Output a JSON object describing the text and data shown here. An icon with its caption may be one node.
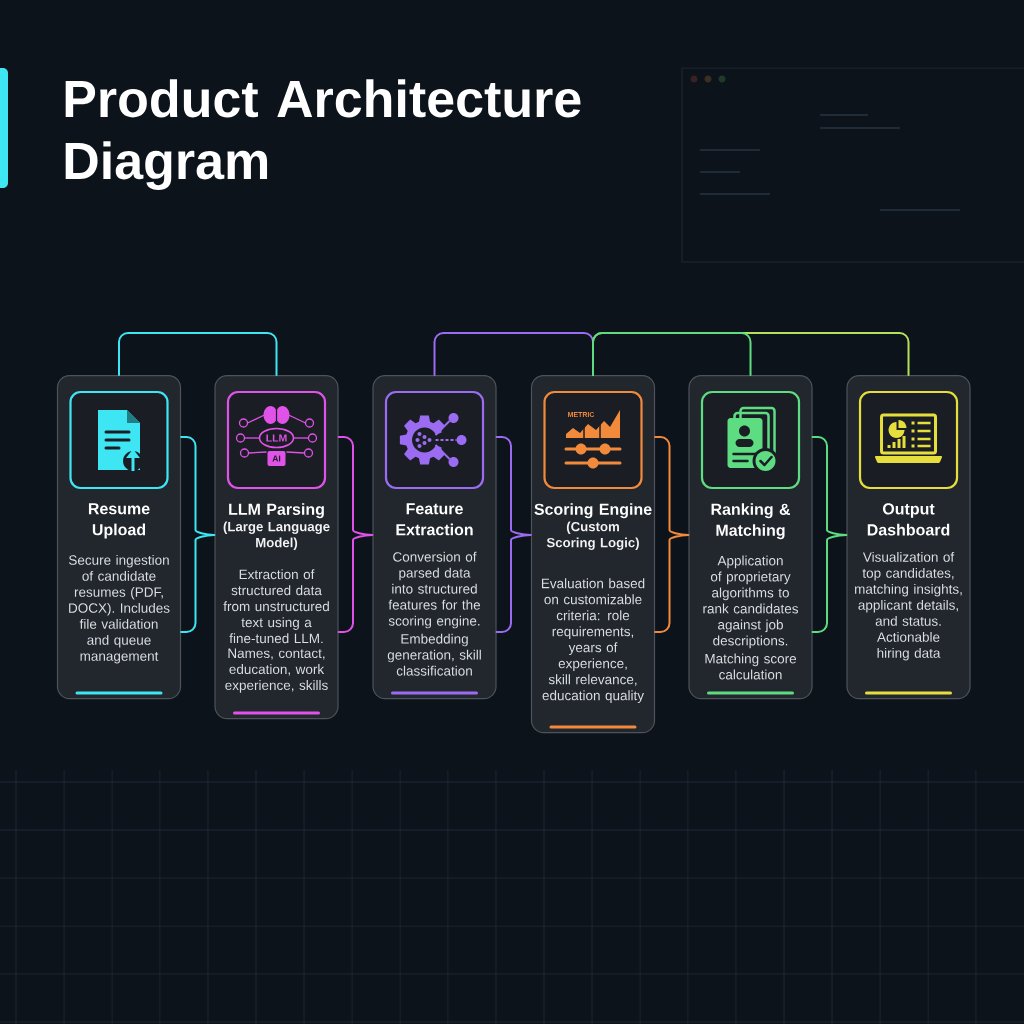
{
  "diagram": {
    "title": "Product Architecture Diagram",
    "nodes": [
      {
        "text": [
          "Resume Upload",
          "Secure ingestion of candidate resumes (PDF, DOCX). Includes file validation and queue management"
        ]
      },
      {
        "text": [
          "LLM Parsing",
          "(Large Language Model)",
          "Extraction of structured data from unstructured text using a fine-tuned LLM.",
          "Names, contact, education, work experience, skills"
        ]
      },
      {
        "text": [
          "Feature Extraction",
          "Conversion of parsed data into structured features for the scoring engine.",
          "Embedding generation, skill classification"
        ]
      },
      {
        "text": [
          "Scoring Engine",
          "(Custom Scoring Logic)",
          "Evaluation based on customizable criteria: role requirements, years of experience, skill relevance, education quality"
        ]
      },
      {
        "text": [
          "Ranking & Matching",
          "Application of proprietary algorithms to rank candidates against job descriptions.",
          "Matching score calculation"
        ]
      },
      {
        "text": [
          "Output Dashboard",
          "Visualization of top candidates, matching insights, applicant details, and status. Actionable hiring data"
        ]
      }
    ],
    "edges": [
      {
        "from": 0,
        "to": 1,
        "arrow": "none",
        "color": "#3de6f2"
      },
      {
        "from": 2,
        "to": 3,
        "arrow": "none",
        "color": "#9b6cf2"
      },
      {
        "from": 3,
        "to": 5,
        "arrow": "none",
        "color": "#b4e05a"
      },
      {
        "from": 3,
        "to": 4,
        "arrow": "none",
        "color": "#5edc82"
      },
      {
        "from": 0,
        "to": 1,
        "arrow": "none",
        "color": "#3de6f2"
      },
      {
        "from": 1,
        "to": 2,
        "arrow": "none",
        "color": "#e052e8"
      },
      {
        "from": 2,
        "to": 3,
        "arrow": "none",
        "color": "#9b6cf2"
      },
      {
        "from": 3,
        "to": 4,
        "arrow": "none",
        "color": "#f28a3c"
      },
      {
        "from": 4,
        "to": 5,
        "arrow": "none",
        "color": "#5edc82"
      }
    ],
    "labels": [
      "LLM",
      "AI",
      "METRIC"
    ]
  }
}
